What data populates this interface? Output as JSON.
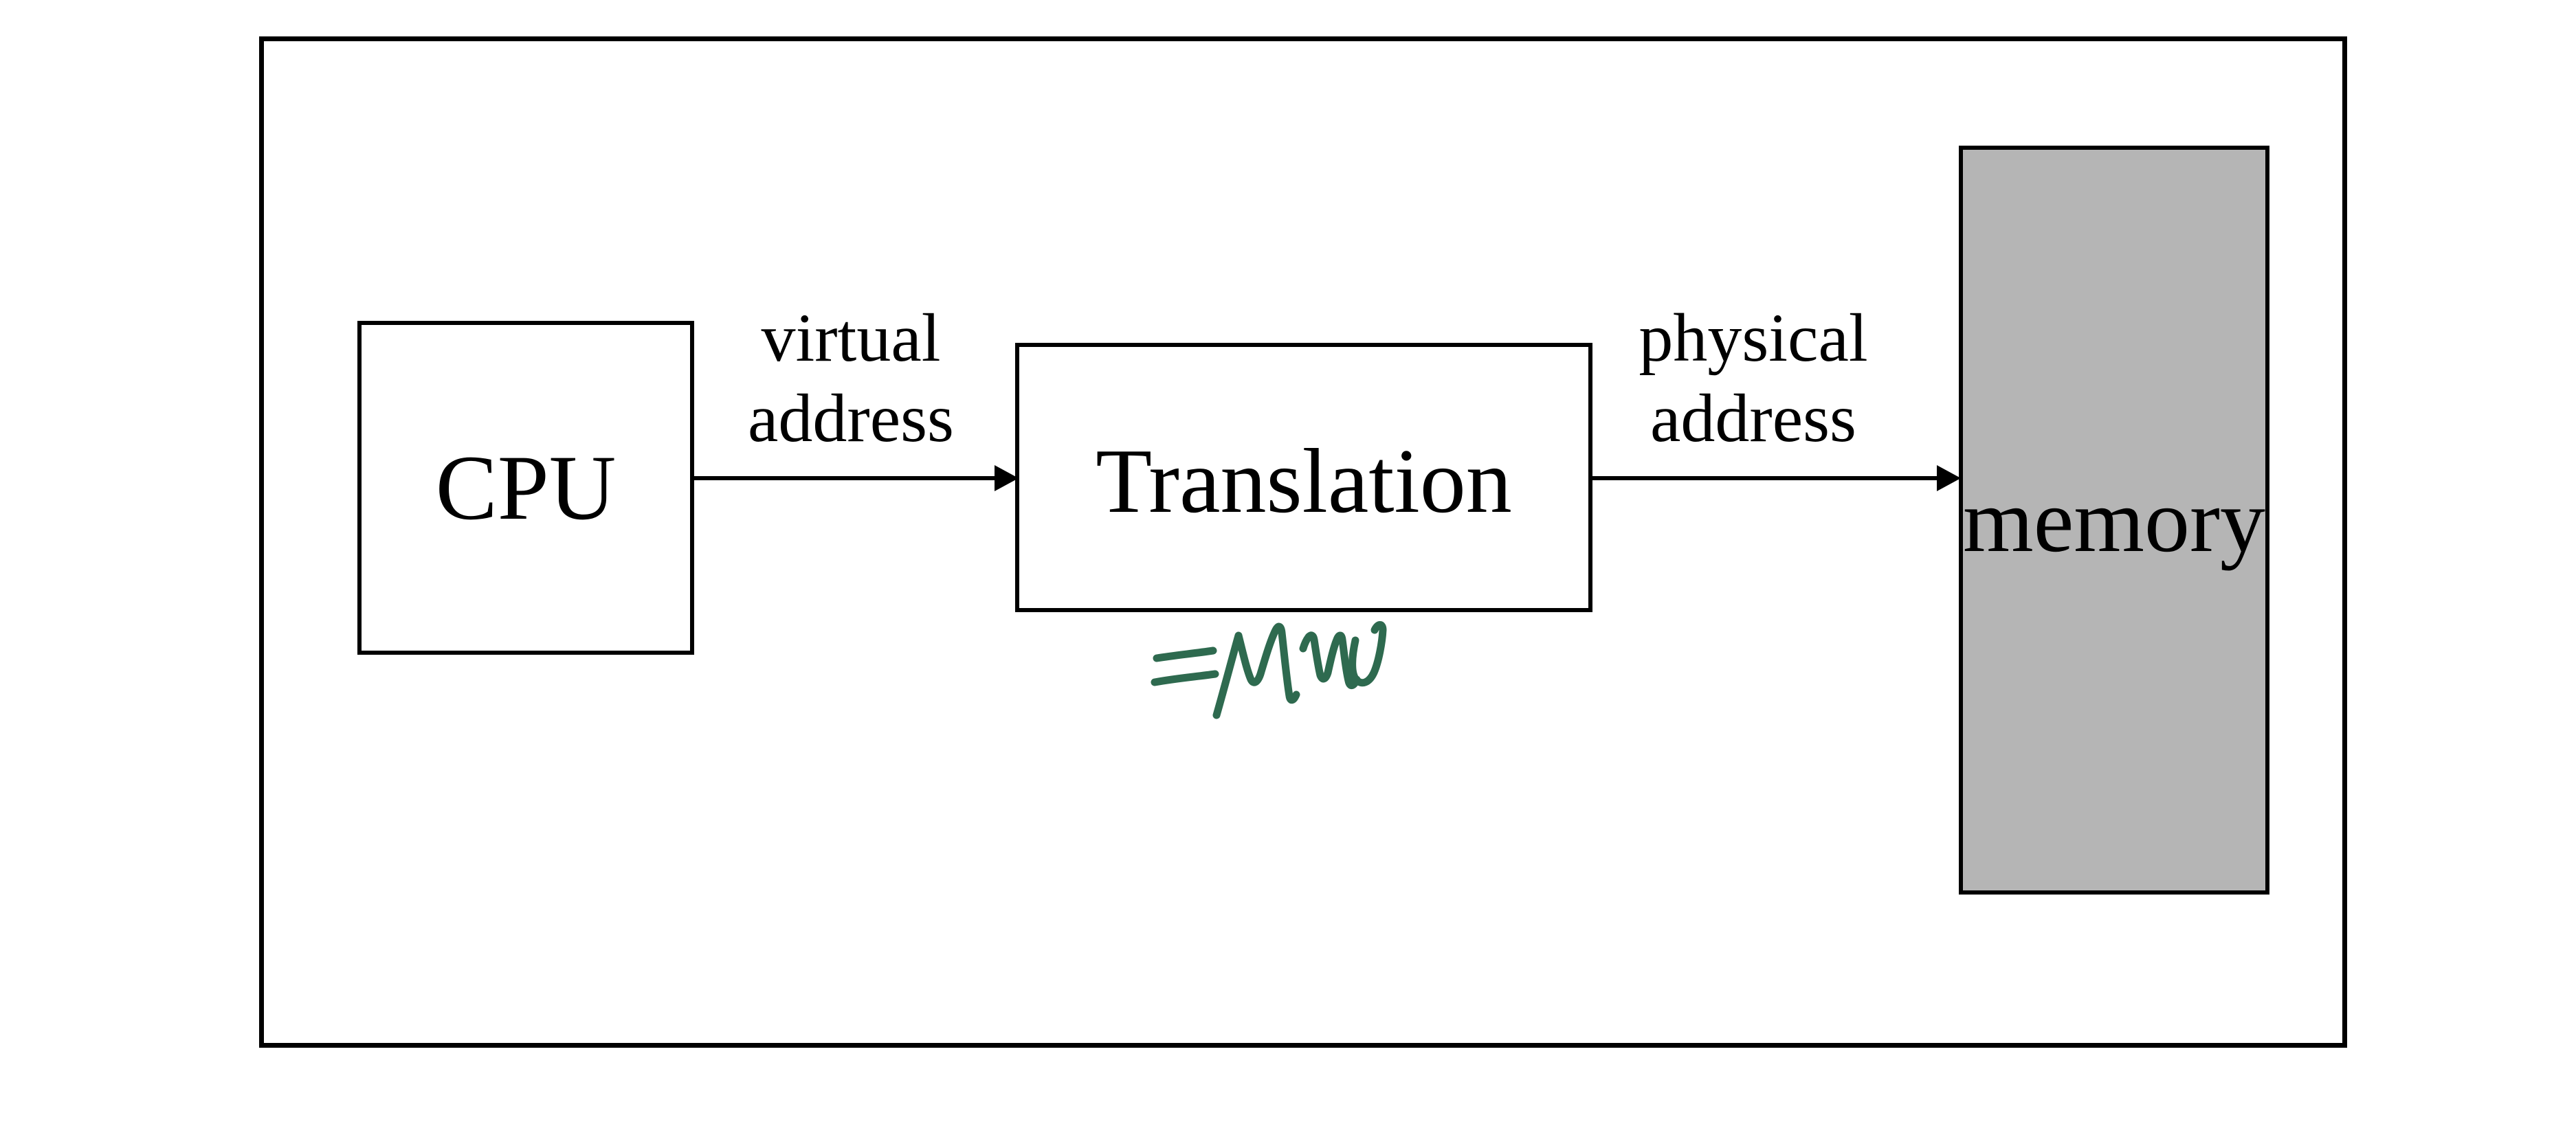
{
  "diagram": {
    "cpu": {
      "label": "CPU"
    },
    "translation": {
      "label": "Translation"
    },
    "memory": {
      "label": "memory",
      "fill_color": "#b5b5b5"
    },
    "arrow_virtual": {
      "label_line1": "virtual",
      "label_line2": "address"
    },
    "arrow_physical": {
      "label_line1": "physical",
      "label_line2": "address"
    },
    "annotation": {
      "text": "=MMU",
      "color": "#2e6a4f"
    },
    "line_color": "#000000",
    "background_color": "#ffffff"
  }
}
